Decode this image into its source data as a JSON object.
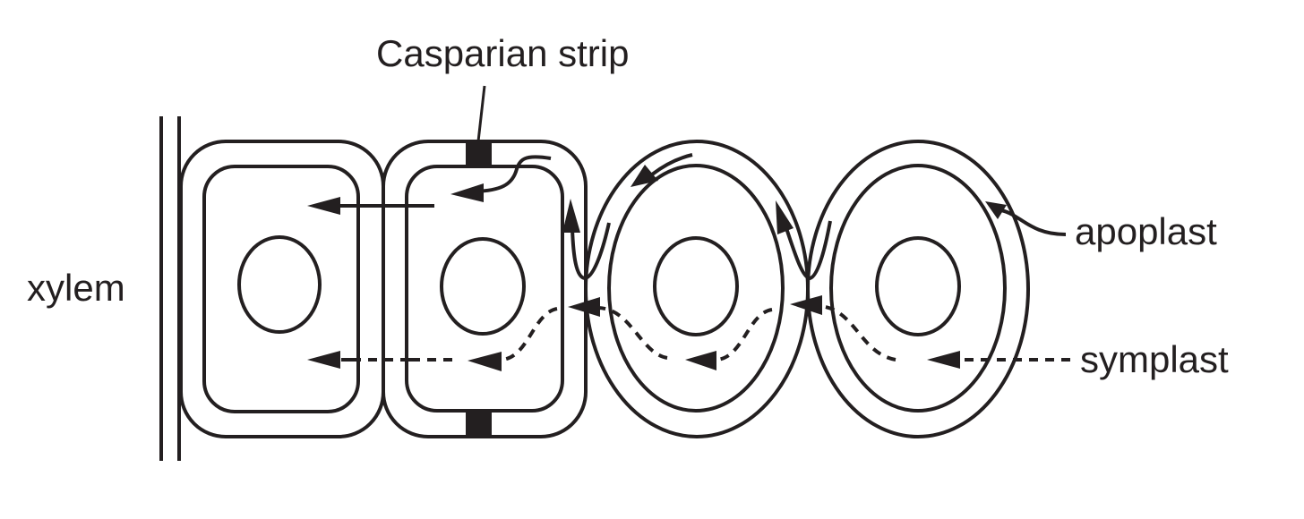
{
  "labels": {
    "casparian_strip": "Casparian strip",
    "xylem": "xylem",
    "apoplast": "apoplast",
    "symplast": "symplast"
  },
  "colors": {
    "ink": "#231f20",
    "background": "#ffffff"
  }
}
